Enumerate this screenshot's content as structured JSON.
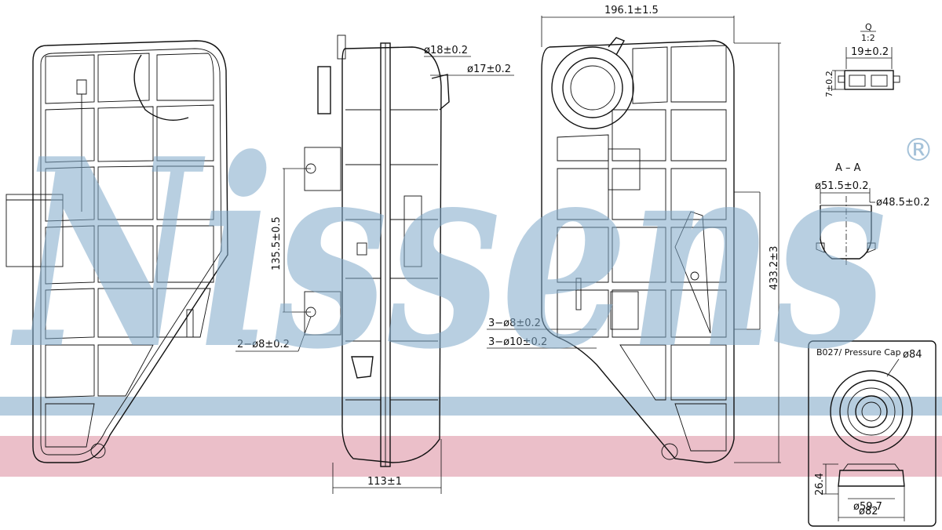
{
  "watermark": {
    "brand": "Nissens",
    "registered_mark": "®",
    "color": "#7fa9c9"
  },
  "stripes": {
    "blue": "#a9c4d9",
    "pink": "#e7b4c0"
  },
  "dimensions": {
    "width_front": "196.1±1.5",
    "height_front": "433.2±3",
    "width_side": "113±1",
    "bracket_spacing": "135.5±0.5",
    "bracket_holes": "2−ø8±0.2",
    "hose_d1": "ø18±0.2",
    "hose_d2": "ø17±0.2",
    "ports_a": "3−ø8±0.2",
    "ports_b": "3−ø10±0.2"
  },
  "connector_detail": {
    "scale_q": "Q",
    "scale": "1:2",
    "width": "19±0.2",
    "height": "7±0.2"
  },
  "section": {
    "label": "A – A",
    "outer_d": "ø51.5±0.2",
    "inner_d": "ø48.5±0.2"
  },
  "cap": {
    "title": "B027/ Pressure Cap",
    "d84": "ø84",
    "height": "26.4",
    "d59": "ø59.7",
    "d82": "ø82"
  }
}
